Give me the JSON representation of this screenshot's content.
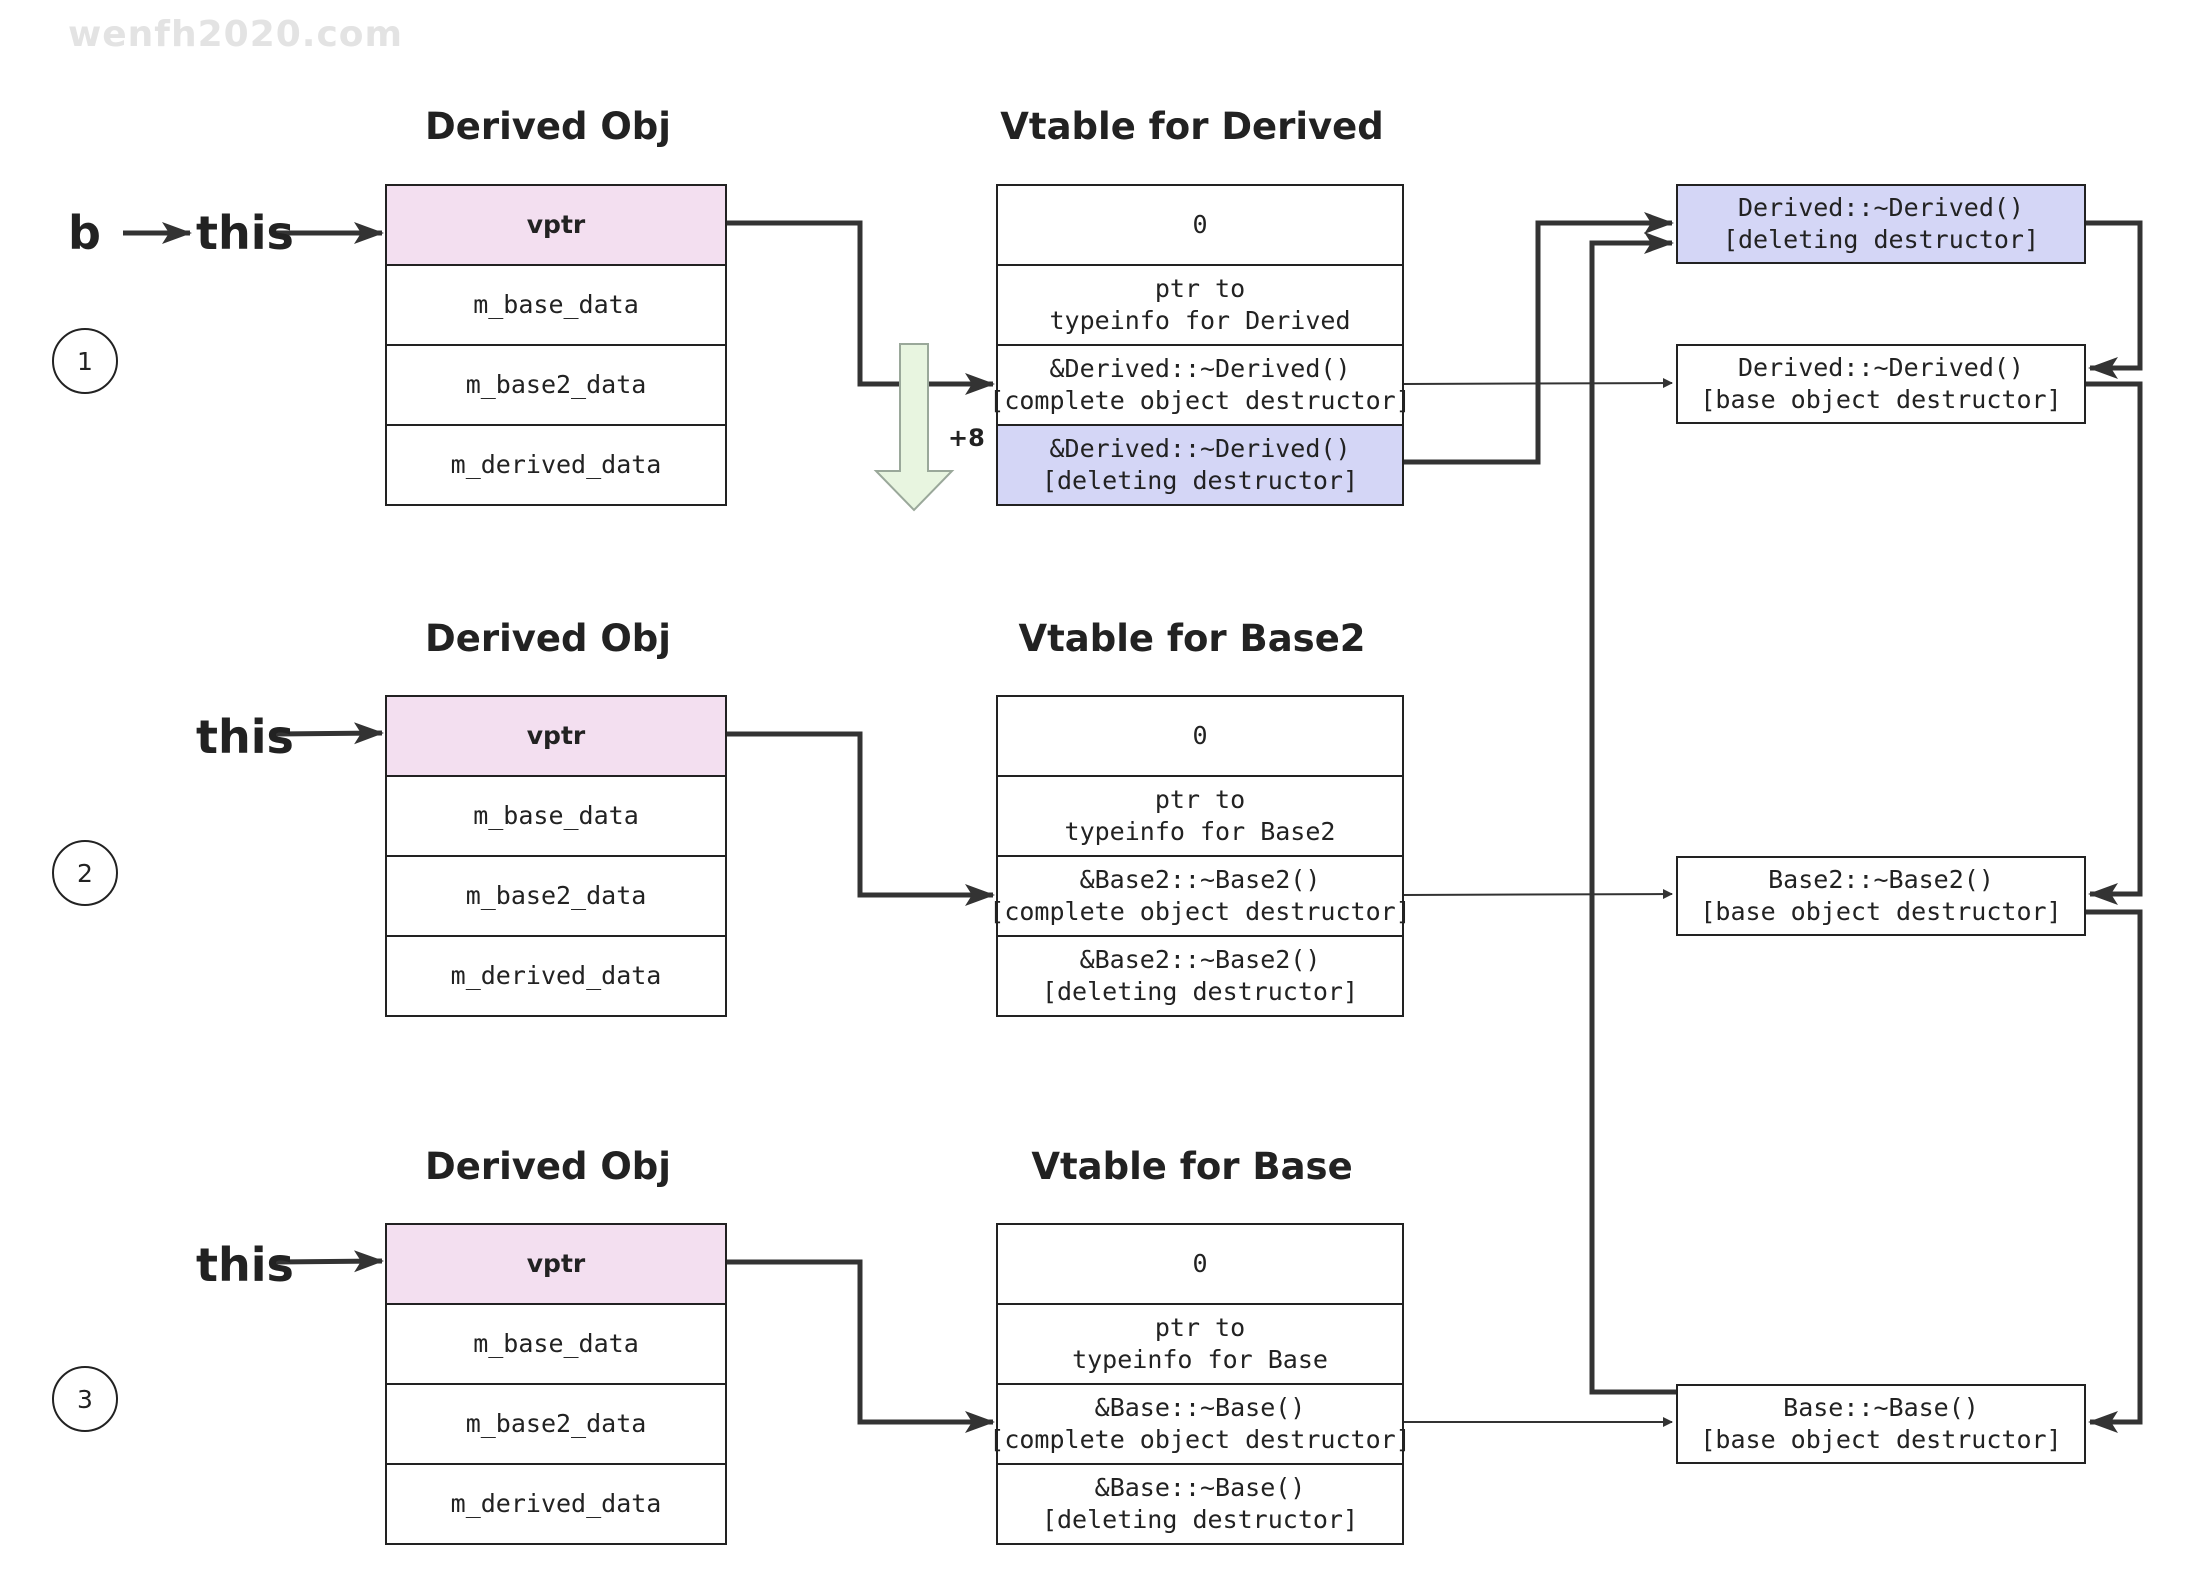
{
  "watermark": "wenfh2020.com",
  "pointers": {
    "b": "b",
    "this": "this"
  },
  "offset_label": "+8",
  "object_cells": [
    "vptr",
    "m_base_data",
    "m_base2_data",
    "m_derived_data"
  ],
  "rows": [
    {
      "step": "1",
      "object_title": "Derived Obj",
      "vtable_title": "Vtable for Derived",
      "vtable": [
        [
          "0"
        ],
        [
          "ptr to",
          "typeinfo for Derived"
        ],
        [
          "&Derived::~Derived()",
          "[complete object destructor]"
        ],
        [
          "&Derived::~Derived()",
          "[deleting destructor]"
        ]
      ]
    },
    {
      "step": "2",
      "object_title": "Derived Obj",
      "vtable_title": "Vtable for Base2",
      "vtable": [
        [
          "0"
        ],
        [
          "ptr to",
          "typeinfo for Base2"
        ],
        [
          "&Base2::~Base2()",
          "[complete object destructor]"
        ],
        [
          "&Base2::~Base2()",
          "[deleting destructor]"
        ]
      ]
    },
    {
      "step": "3",
      "object_title": "Derived Obj",
      "vtable_title": "Vtable for Base",
      "vtable": [
        [
          "0"
        ],
        [
          "ptr to",
          "typeinfo for Base"
        ],
        [
          "&Base::~Base()",
          "[complete object destructor]"
        ],
        [
          "&Base::~Base()",
          "[deleting destructor]"
        ]
      ]
    }
  ],
  "destructors": [
    [
      "Derived::~Derived()",
      "[deleting destructor]"
    ],
    [
      "Derived::~Derived()",
      "[base object destructor]"
    ],
    [
      "Base2::~Base2()",
      "[base object destructor]"
    ],
    [
      "Base::~Base()",
      "[base object destructor]"
    ]
  ],
  "colors": {
    "vptr_fill": "#f3dff0",
    "highlight_fill": "#d4d6f6",
    "offset_arrow_fill": "#e8f5e0",
    "line": "#333333"
  }
}
